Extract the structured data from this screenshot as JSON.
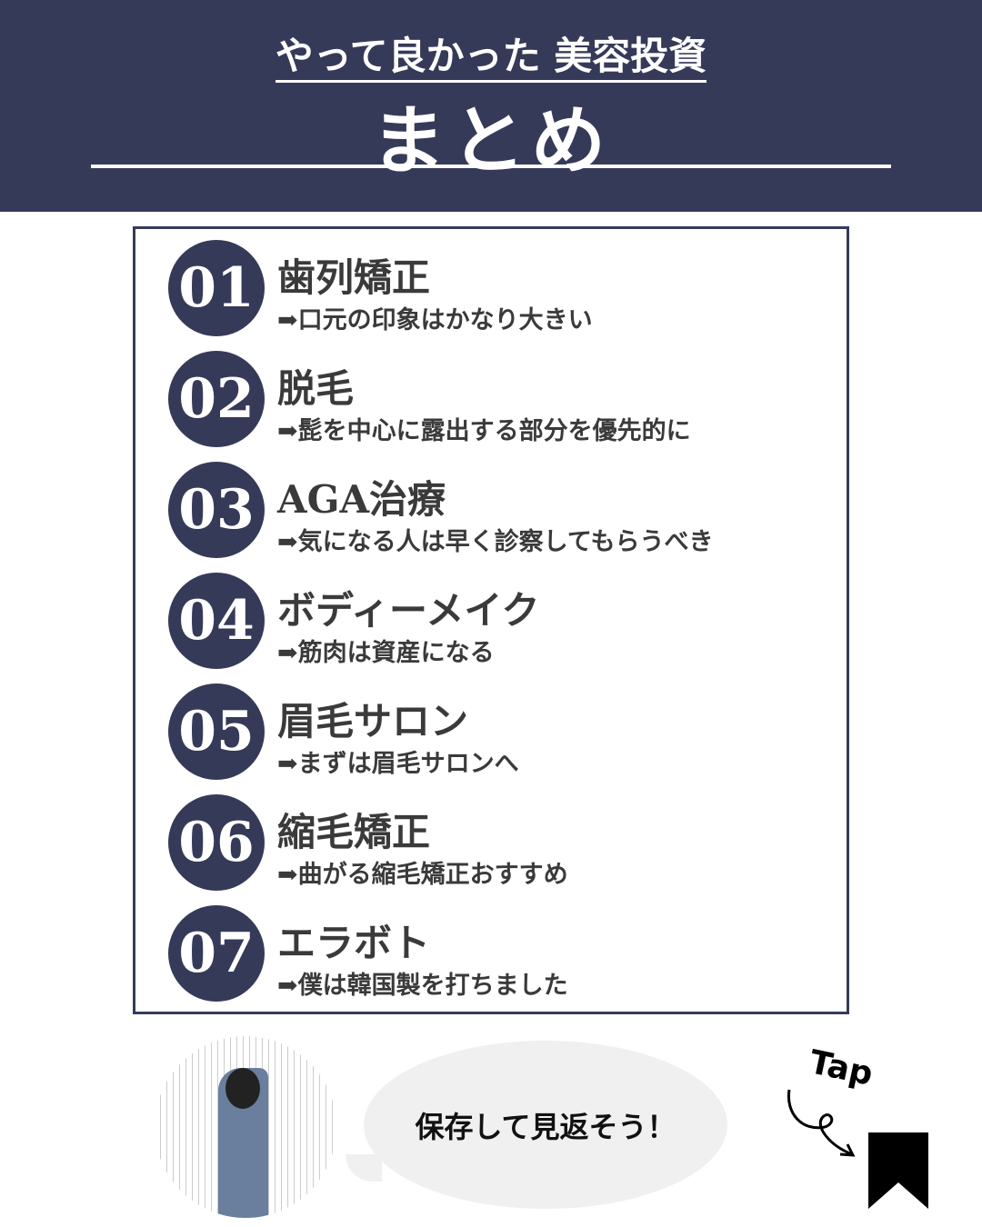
{
  "header": {
    "subtitle": "やって良かった 美容投資",
    "title": "まとめ"
  },
  "items": [
    {
      "num": "01",
      "title": "歯列矯正",
      "desc": "➡口元の印象はかなり大きい"
    },
    {
      "num": "02",
      "title": "脱毛",
      "desc": "➡髭を中心に露出する部分を優先的に"
    },
    {
      "num": "03",
      "title": "AGA治療",
      "desc": "➡気になる人は早く診察してもらうべき"
    },
    {
      "num": "04",
      "title": "ボディーメイク",
      "desc": "➡筋肉は資産になる"
    },
    {
      "num": "05",
      "title": "眉毛サロン",
      "desc": "➡まずは眉毛サロンへ"
    },
    {
      "num": "06",
      "title": "縮毛矯正",
      "desc": "➡曲がる縮毛矯正おすすめ"
    },
    {
      "num": "07",
      "title": "エラボト",
      "desc": "➡僕は韓国製を打ちました"
    }
  ],
  "footer": {
    "bubble": "保存して見返そう！",
    "tap": "Tap"
  },
  "colors": {
    "navy": "#363a59"
  }
}
